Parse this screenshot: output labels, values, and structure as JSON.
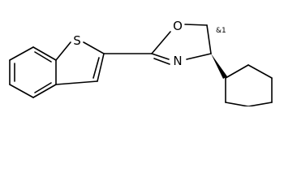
{
  "molecule": {
    "atom_labels": {
      "sulfur": "S",
      "oxygen": "O",
      "nitrogen": "N"
    },
    "stereo_annotation": "&1"
  }
}
